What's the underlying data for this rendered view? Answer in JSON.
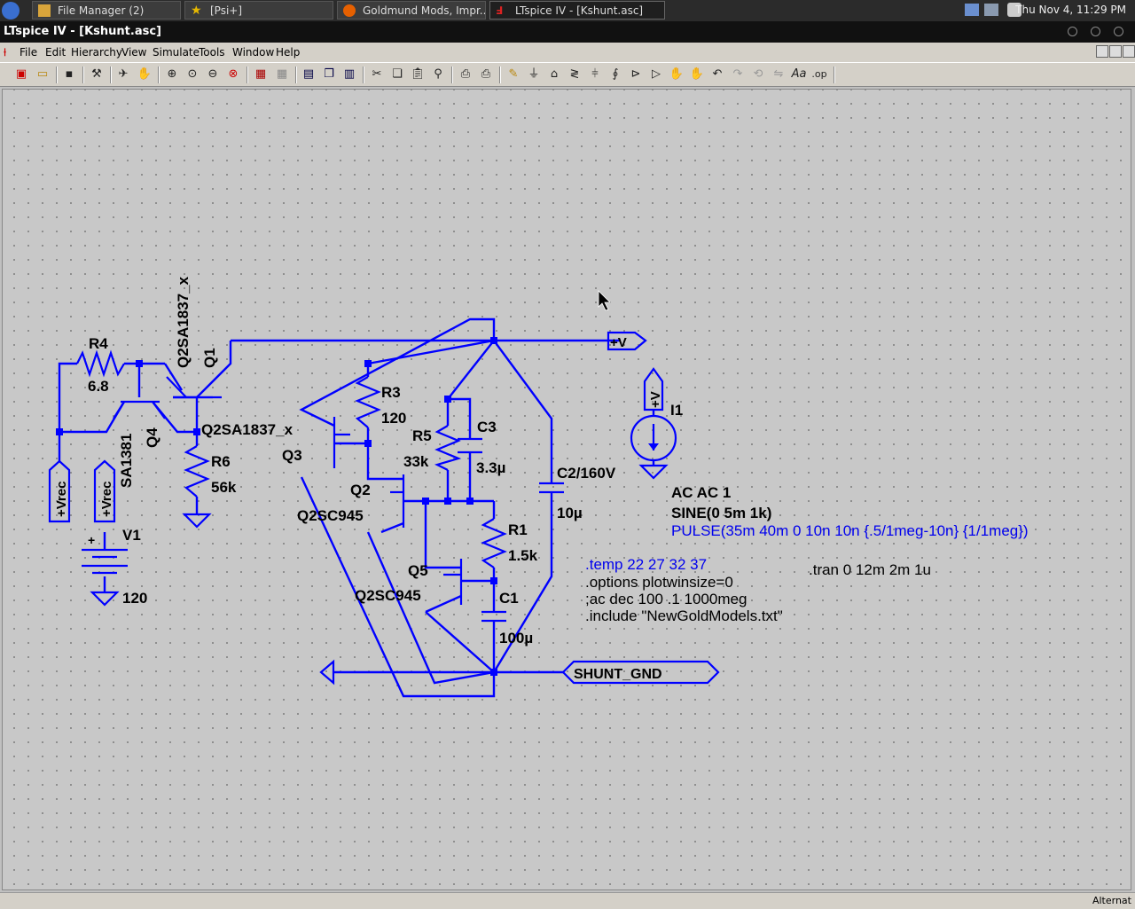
{
  "taskbar": {
    "tasks": [
      {
        "label": "File Manager (2)"
      },
      {
        "label": "[Psi+]"
      },
      {
        "label": "Goldmund Mods, Impr..."
      },
      {
        "label": "LTspice IV - [Kshunt.asc]"
      }
    ],
    "clock": "Thu Nov  4, 11:29 PM"
  },
  "window": {
    "title": "LTspice IV - [Kshunt.asc]"
  },
  "menu": [
    "File",
    "Edit",
    "Hierarchy",
    "View",
    "Simulate",
    "Tools",
    "Window",
    "Help"
  ],
  "schematic": {
    "components": {
      "r4": {
        "name": "R4",
        "value": "6.8"
      },
      "r3": {
        "name": "R3",
        "value": "120"
      },
      "r5": {
        "name": "R5",
        "value": "33k"
      },
      "r6": {
        "name": "R6",
        "value": "56k"
      },
      "r1": {
        "name": "R1",
        "value": "1.5k"
      },
      "c3": {
        "name": "C3",
        "value": "3.3µ"
      },
      "c2": {
        "name": "C2/160V",
        "value": "10µ"
      },
      "c1": {
        "name": "C1",
        "value": "100µ"
      },
      "q1": {
        "name": "Q1",
        "model": "Q2SA1837_x"
      },
      "q1b": {
        "model": "Q2SA1837_x"
      },
      "q4": {
        "name": "Q4",
        "model": "SA1381"
      },
      "q3": {
        "name": "Q3"
      },
      "q2": {
        "name": "Q2",
        "model": "Q2SC945"
      },
      "q5": {
        "name": "Q5",
        "model": "Q2SC945"
      },
      "v1": {
        "name": "V1",
        "value": "120"
      },
      "i1": {
        "name": "I1"
      }
    },
    "labels": {
      "plus_v": "+V",
      "plus_v_i1": "+V",
      "vrec1": "+Vrec",
      "vrec2": "+Vrec",
      "shunt_gnd": "SHUNT_GND"
    },
    "source_spec": {
      "ac": "AC AC 1",
      "sine": "SINE(0 5m 1k)",
      "pulse": "PULSE(35m 40m 0 10n 10n {.5/1meg-10n} {1/1meg})"
    },
    "directives": {
      "temp": ".temp 22 27 32 37",
      "options": ".options plotwinsize=0",
      "ac": ";ac dec 100 .1 1000meg",
      "include": ".include \"NewGoldModels.txt\"",
      "tran": ".tran 0 12m 2m 1u"
    }
  },
  "status": {
    "text": "Alternat"
  },
  "colors": {
    "wire": "#0000ff",
    "canvas": "#c8c8c8",
    "spice_directive": "#0000ee"
  }
}
